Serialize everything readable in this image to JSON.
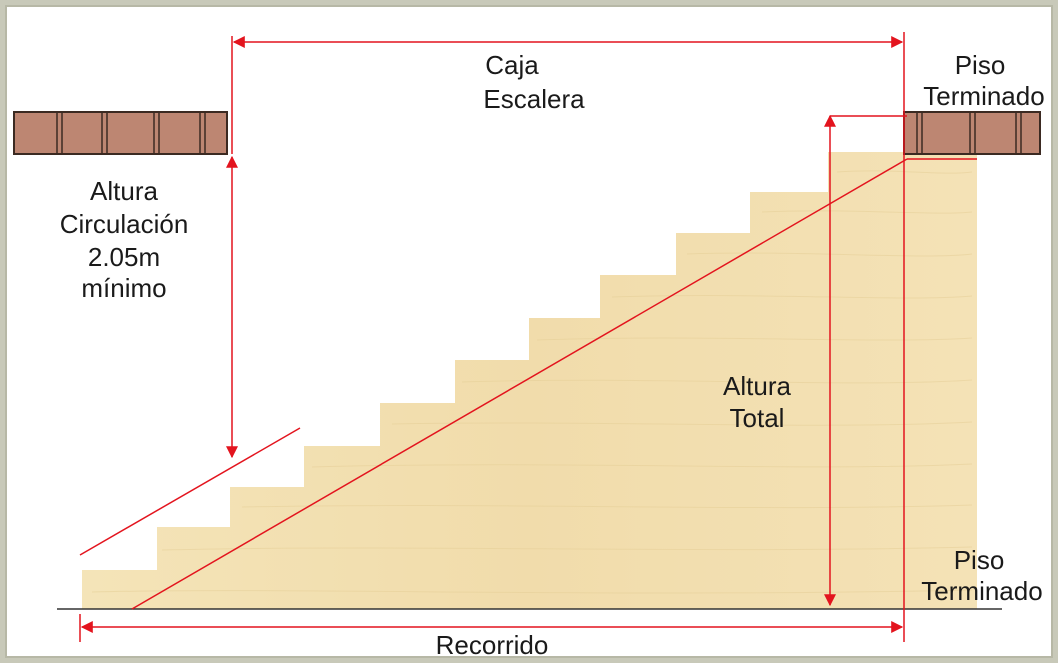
{
  "labels": {
    "caja_line1": "Caja",
    "caja_line2": "Escalera",
    "piso_top_line1": "Piso",
    "piso_top_line2": "Terminado",
    "piso_bottom_line1": "Piso",
    "piso_bottom_line2": "Terminado",
    "altura_circ_line1": "Altura",
    "altura_circ_line2": "Circulación",
    "altura_circ_line3": "2.05m",
    "altura_circ_line4": "mínimo",
    "altura_total_line1": "Altura",
    "altura_total_line2": "Total",
    "recorrido": "Recorrido"
  },
  "colors": {
    "background": "#c8c9b9",
    "panel": "#ffffff",
    "stair_fill": "#f2dfb0",
    "stair_grain": "#e2c98f",
    "brick_fill": "#bd8672",
    "brick_line": "#3b2a22",
    "dimension_line": "#e3141e",
    "ground_line": "#333333"
  }
}
